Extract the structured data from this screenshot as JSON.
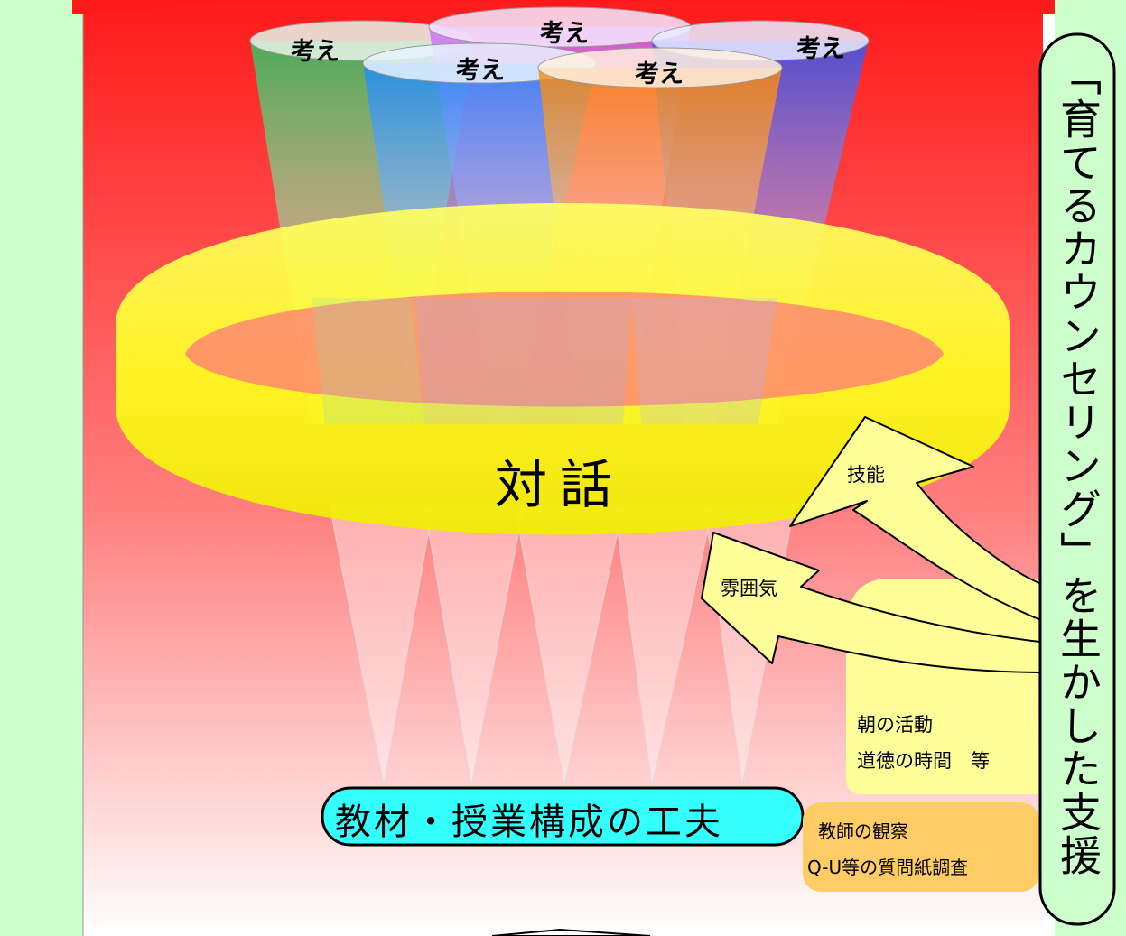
{
  "colors": {
    "background_top": "#ff1a1a",
    "background_bottom": "#ffffff",
    "side_band": "#ccffcc",
    "ring": "#ffff33",
    "method_box": "#33ffff",
    "activity_box": "#ffff99",
    "survey_box": "#ffcc66",
    "arrow_fill": "#ffff99"
  },
  "thoughts": [
    {
      "label": "考え",
      "color": "#33cc66"
    },
    {
      "label": "考え",
      "color": "#cc66ff"
    },
    {
      "label": "考え",
      "color": "#4d79ff"
    },
    {
      "label": "考え",
      "color": "#1e90ff"
    },
    {
      "label": "考え",
      "color": "#ff9933"
    }
  ],
  "dialogue": {
    "label": "対話"
  },
  "method": {
    "label": "教材・授業構成の工夫"
  },
  "support": {
    "label": "「育てるカウンセリング」を生かした支援"
  },
  "arrows": {
    "skill": "技能",
    "atmosphere": "雰囲気"
  },
  "activities": {
    "line1": "朝の活動",
    "line2": "道徳の時間　等"
  },
  "survey": {
    "line1": "教師の観察",
    "line2": "Q-U等の質問紙調査"
  }
}
